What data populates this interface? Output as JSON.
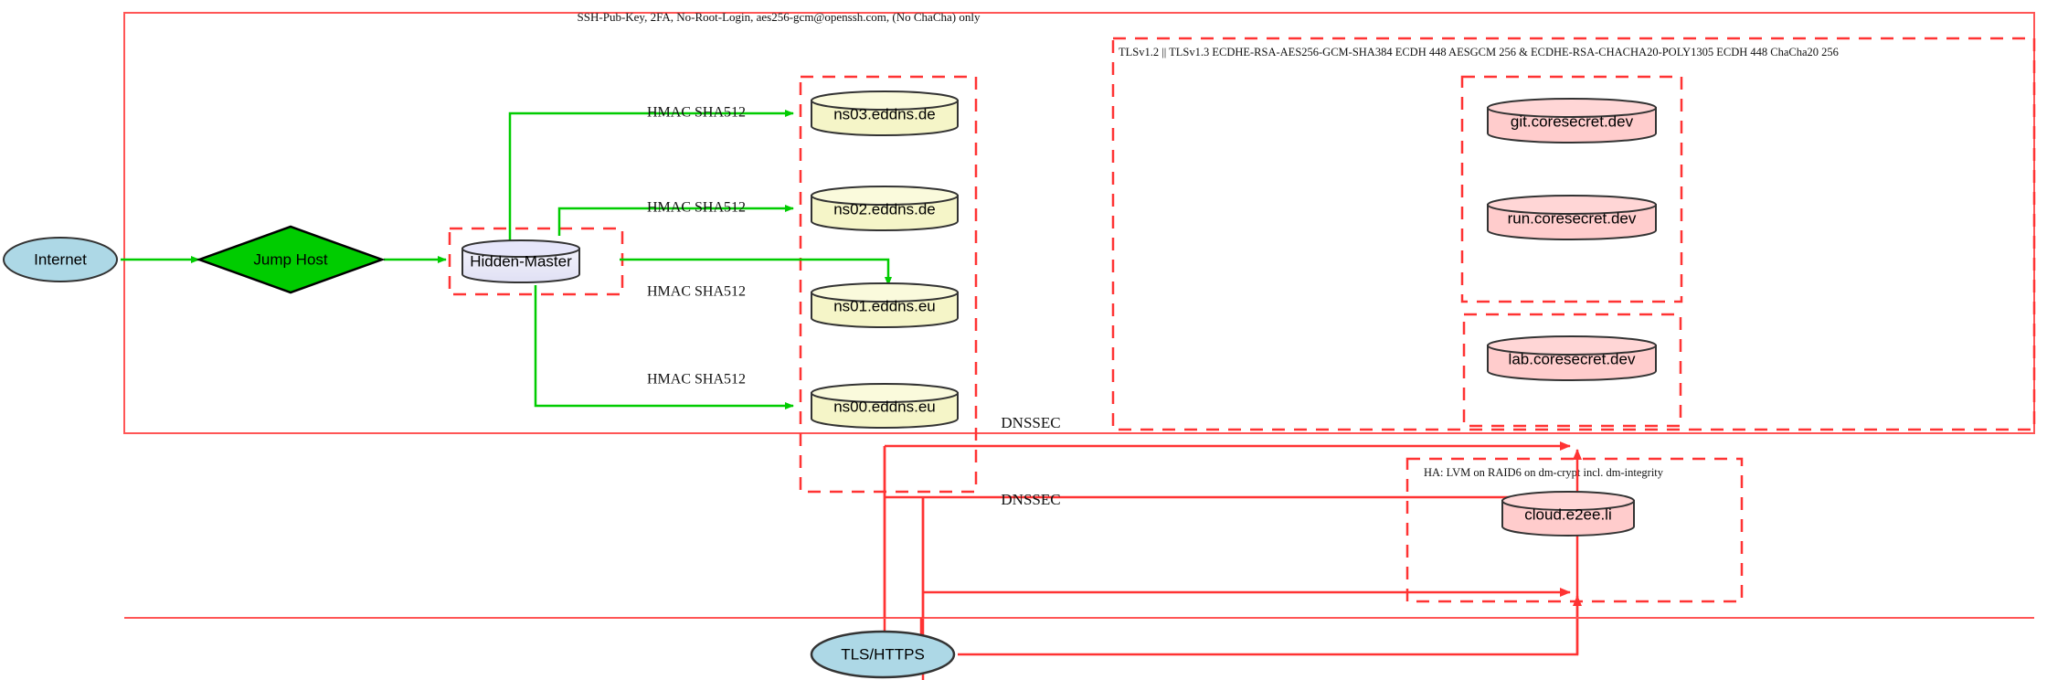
{
  "diagram": {
    "title_label": "SSH-Pub-Key, 2FA, No-Root-Login, aes256-gcm@openssh.com, (No ChaCha) only",
    "tls_cluster_label": "TLSv1.2 || TLSv1.3 ECDHE-RSA-AES256-GCM-SHA384 ECDH 448 AESGCM 256 & ECDHE-RSA-CHACHA20-POLY1305 ECDH 448 ChaCha20 256",
    "ha_cluster_label": "HA: LVM on RAID6 on dm-crypt incl. dm-integrity",
    "colors": {
      "cluster_border": "#ff3333",
      "outer_border": "#ff5555",
      "edge_green": "#00cc00",
      "edge_red": "#ff3333",
      "internet_fill": "#add8e6",
      "jumphost_fill": "#00cc00",
      "hidden_master_fill": "#e6e6fa",
      "dns_fill": "#f5f5c8",
      "web_fill": "#ffcccc",
      "tls_fill": "#add8e6",
      "node_stroke": "#333333"
    },
    "nodes": {
      "internet": "Internet",
      "jump_host": "Jump Host",
      "hidden_master": "Hidden-Master",
      "ns03": "ns03.eddns.de",
      "ns02": "ns02.eddns.de",
      "ns01": "ns01.eddns.eu",
      "ns00": "ns00.eddns.eu",
      "git": "git.coresecret.dev",
      "run": "run.coresecret.dev",
      "lab": "lab.coresecret.dev",
      "cloud": "cloud.e2ee.li",
      "tls_https": "TLS/HTTPS"
    },
    "edge_labels": {
      "hmac_ns03": "HMAC SHA512",
      "hmac_ns02": "HMAC SHA512",
      "hmac_ns01": "HMAC SHA512",
      "hmac_ns00": "HMAC SHA512",
      "dnssec_top": "DNSSEC",
      "dnssec_bottom": "DNSSEC"
    }
  }
}
